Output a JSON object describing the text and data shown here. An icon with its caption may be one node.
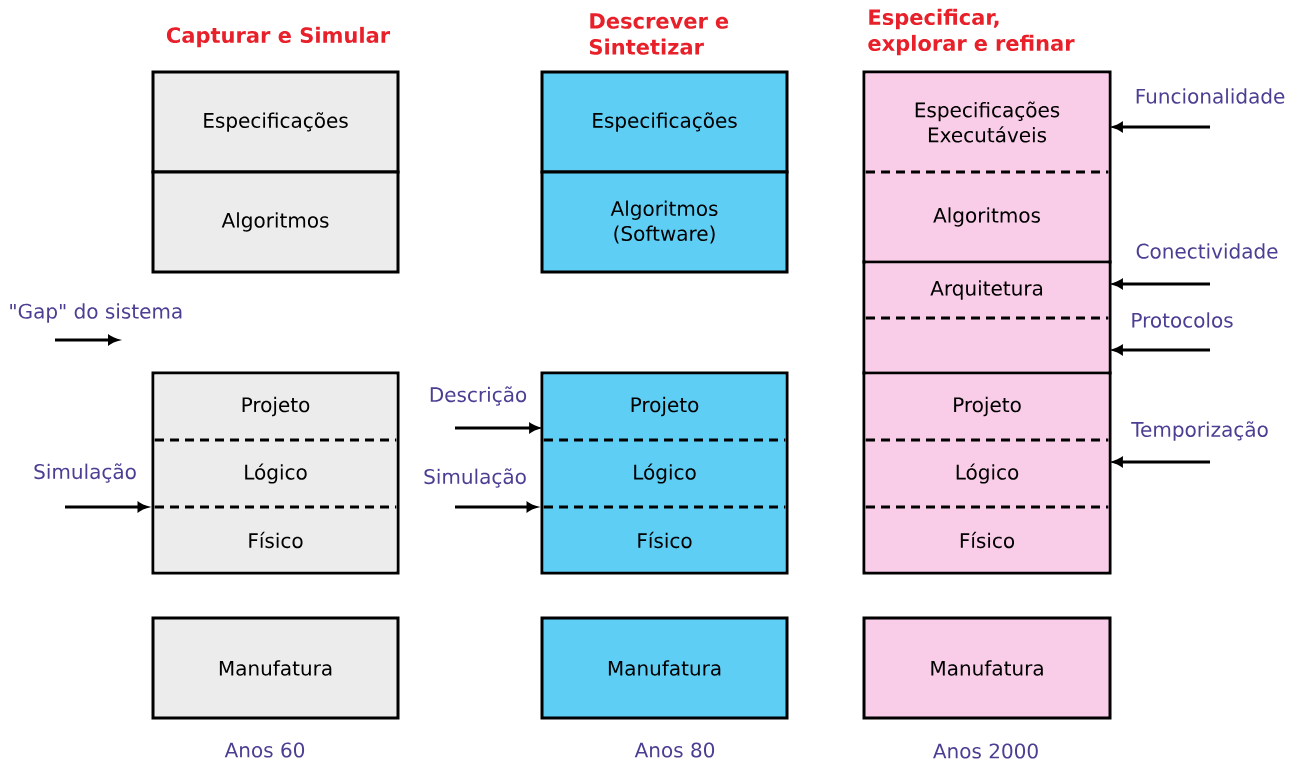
{
  "diagram": {
    "nodes": [
      {
        "text": [
          "Especificações"
        ]
      },
      {
        "text": [
          "Algoritmos"
        ]
      },
      {
        "text": [],
        "shape": "box"
      },
      {
        "text": [
          "Projeto"
        ],
        "in": 2
      },
      {
        "text": [
          "Lógico"
        ],
        "in": 2
      },
      {
        "text": [
          "Físico"
        ],
        "in": 2
      },
      {
        "text": [
          "Manufatura"
        ]
      },
      {
        "text": [
          "Especificações"
        ]
      },
      {
        "text": [
          "Algoritmos (Software)"
        ]
      },
      {
        "text": [],
        "shape": "box"
      },
      {
        "text": [
          "Projeto"
        ],
        "in": 9
      },
      {
        "text": [
          "Lógico"
        ],
        "in": 9
      },
      {
        "text": [
          "Físico"
        ],
        "in": 9
      },
      {
        "text": [
          "Manufatura"
        ]
      },
      {
        "text": [],
        "shape": "box"
      },
      {
        "text": [
          "Especificações Executáveis"
        ],
        "in": 14
      },
      {
        "text": [
          "Algoritmos"
        ],
        "in": 14
      },
      {
        "text": [],
        "shape": "box"
      },
      {
        "text": [
          "Arquitetura"
        ],
        "in": 17
      },
      {
        "text": [],
        "shape": "box",
        "in": 17
      },
      {
        "text": [],
        "shape": "box"
      },
      {
        "text": [
          "Projeto"
        ],
        "in": 20
      },
      {
        "text": [
          "Lógico"
        ],
        "in": 20
      },
      {
        "text": [
          "Físico"
        ],
        "in": 20
      },
      {
        "text": [
          "Manufatura"
        ]
      }
    ],
    "edges": [
      {
        "from": null,
        "to": 2,
        "arrow": "to",
        "label": "Simulação"
      },
      {
        "from": null,
        "to": 10,
        "arrow": "to",
        "label": "Descrição"
      },
      {
        "from": null,
        "to": 9,
        "arrow": "to",
        "label": "Simulação"
      },
      {
        "from": null,
        "to": 15,
        "arrow": "to",
        "label": "Funcionalidade"
      },
      {
        "from": null,
        "to": 18,
        "arrow": "to",
        "label": "Conectividade"
      },
      {
        "from": null,
        "to": 19,
        "arrow": "to",
        "label": "Protocolos"
      },
      {
        "from": null,
        "to": 22,
        "arrow": "to",
        "label": "Temporização"
      }
    ],
    "labels": [
      "Capturar e Simular",
      "Descrever e Sintetizar",
      "Especificar, explorar e refinar",
      "\"Gap\" do sistema",
      "Anos 60",
      "Anos 80",
      "Anos 2000"
    ]
  }
}
